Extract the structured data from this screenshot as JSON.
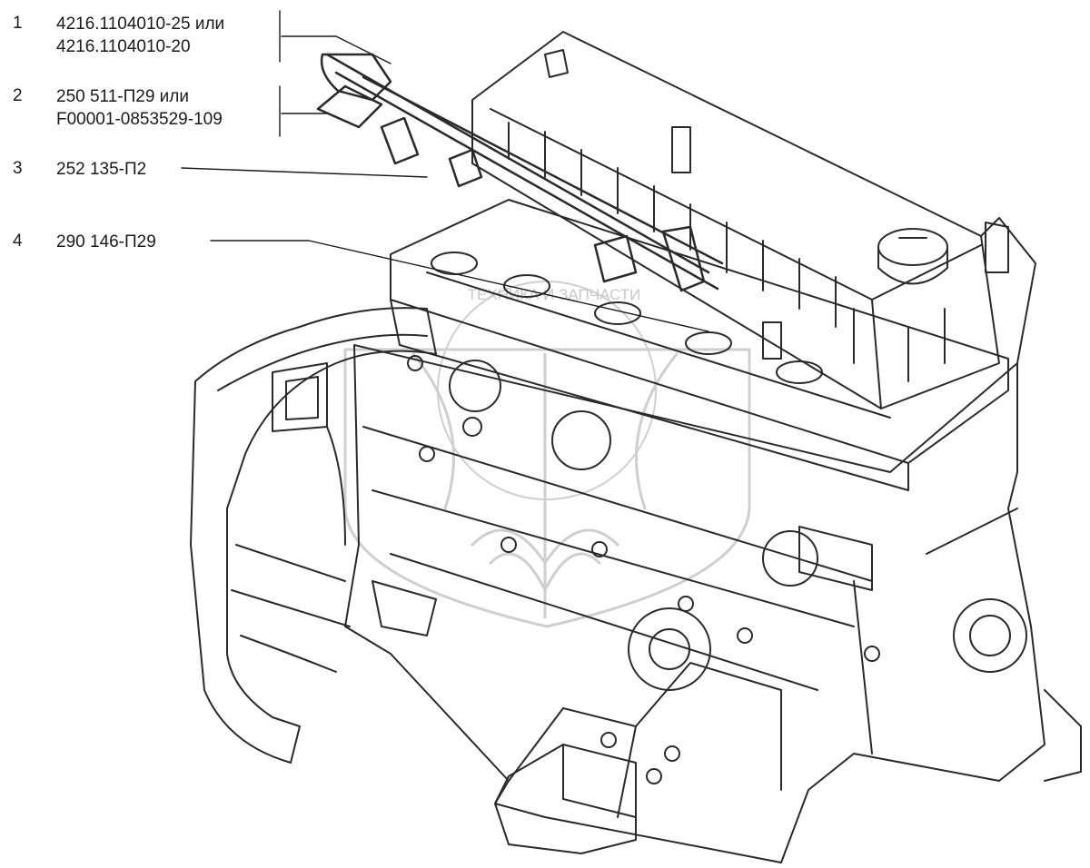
{
  "callouts": [
    {
      "number": "1",
      "lines": [
        "4216.1104010-25 или",
        "4216.1104010-20"
      ]
    },
    {
      "number": "2",
      "lines": [
        "250 511-П29 или",
        "F00001-0853529-109"
      ]
    },
    {
      "number": "3",
      "lines": [
        "252 135-П2"
      ]
    },
    {
      "number": "4",
      "lines": [
        "290 146-П29"
      ]
    }
  ],
  "watermark": {
    "text": "ТЕХНИКА И ЗАПЧАСТИ",
    "logo": "shield-wheat-logo"
  },
  "illustration": {
    "subject": "engine-assembly-icon"
  }
}
